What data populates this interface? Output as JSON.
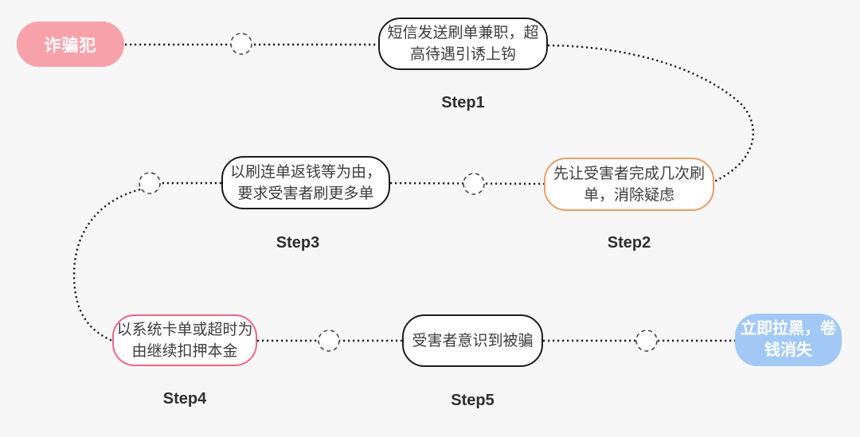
{
  "diagram": {
    "title_semantic": "刷单诈骗流程图",
    "background": "#f7f7f8",
    "connector_color": "#1a1a1a",
    "junction_circle_stroke": "#4a4a4a",
    "junction_circle_fill": "#ffffff",
    "nodes": {
      "start": {
        "label": "诈骗犯",
        "fill": "#F7A2AB",
        "text_color": "#ffffff"
      },
      "step1": {
        "text": "短信发送刷单兼职，超高待遇引诱上钩",
        "label": "Step1",
        "border": "#1c1c1c"
      },
      "step2": {
        "text": "先让受害者完成几次刷单，消除疑虑",
        "label": "Step2",
        "border": "#ED9C63"
      },
      "step3": {
        "text": "以刷连单返钱等为由，要求受害者刷更多单",
        "label": "Step3",
        "border": "#1c1c1c"
      },
      "step4": {
        "text": "以系统卡单或超时为由继续扣押本金",
        "label": "Step4",
        "border": "#F26483"
      },
      "step5": {
        "text": "受害者意识到被骗",
        "label": "Step5",
        "border": "#1c1c1c"
      },
      "end": {
        "label": "立即拉黑，卷钱消失",
        "fill": "#A2C9F6",
        "text_color": "#ffffff"
      }
    }
  }
}
